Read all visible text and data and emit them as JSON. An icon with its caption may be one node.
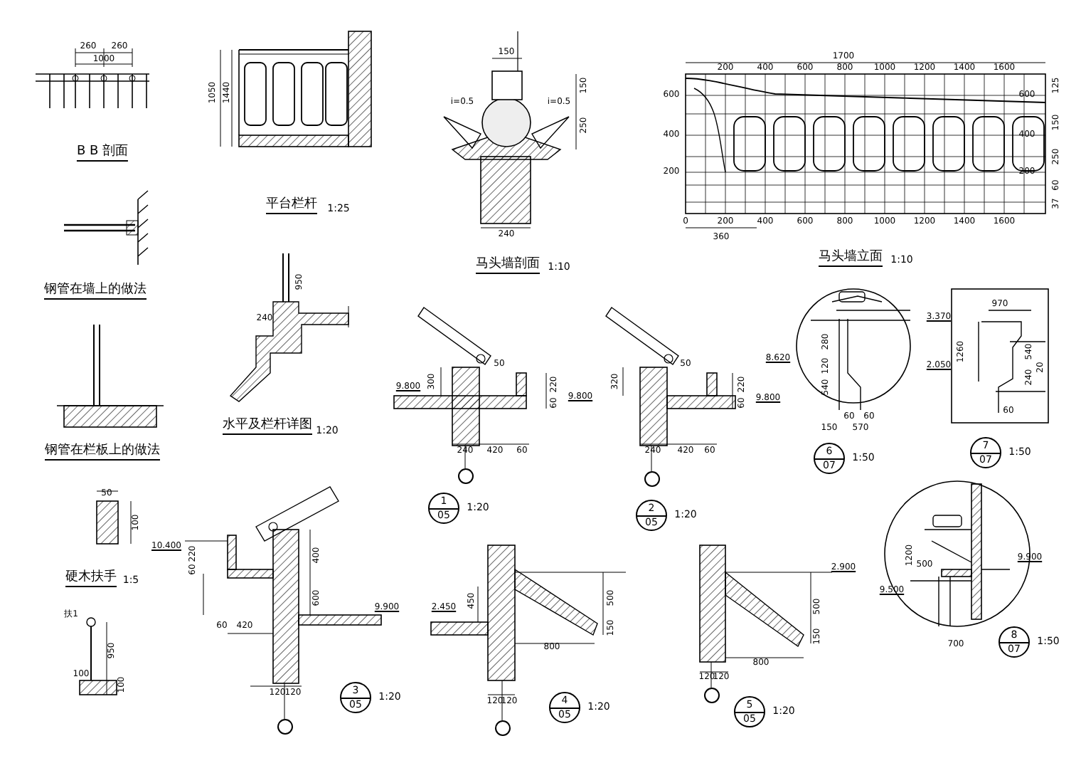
{
  "diagram": {
    "nodes": [
      {
        "text": [
          "6",
          "07"
        ],
        "beside": [
          "1:50"
        ]
      },
      {
        "text": [
          "7",
          "07"
        ],
        "beside": [
          "1:50"
        ]
      },
      {
        "text": [
          "1",
          "05"
        ],
        "beside": [
          "1:20"
        ]
      },
      {
        "text": [
          "2",
          "05"
        ],
        "beside": [
          "1:20"
        ]
      },
      {
        "text": [
          "8",
          "07"
        ],
        "beside": [
          "1:50"
        ]
      },
      {
        "text": [
          "3",
          "05"
        ],
        "beside": [
          "1:20"
        ]
      },
      {
        "text": [
          "4",
          "05"
        ],
        "beside": [
          "1:20"
        ]
      },
      {
        "text": [
          "5",
          "05"
        ],
        "beside": [
          "1:20"
        ]
      },
      {
        "text": [],
        "shape": "circle"
      },
      {
        "text": [],
        "shape": "circle"
      },
      {
        "text": [],
        "shape": "circle"
      },
      {
        "text": [],
        "shape": "circle"
      },
      {
        "text": [],
        "shape": "circle"
      }
    ],
    "labels": [
      "260",
      "260",
      "1000",
      "B B 剖面",
      "1050",
      "1440",
      "平台栏杆",
      "1:25",
      "150",
      "i=0.5",
      "i=0.5",
      "150",
      "250",
      "240",
      "马头墙剖面",
      "1:10",
      "1700",
      "200",
      "400",
      "600",
      "800",
      "1000",
      "1200",
      "1400",
      "1600",
      "600",
      "400",
      "200",
      "600",
      "400",
      "200",
      "125",
      "150",
      "250",
      "60",
      "37",
      "0",
      "200",
      "400",
      "600",
      "800",
      "1000",
      "1200",
      "1400",
      "1600",
      "360",
      "马头墙立面",
      "1:10",
      "钢管在墙上的做法",
      "钢管在栏板上的做法",
      "50",
      "100",
      "硬木扶手",
      "1:5",
      "扶1",
      "950",
      "100",
      "100",
      "950",
      "240",
      "水平及栏杆详图",
      "1:20",
      "10.400",
      "220",
      "60",
      "400",
      "600",
      "60",
      "420",
      "9.900",
      "120",
      "120",
      "9.800",
      "300",
      "50",
      "220",
      "60",
      "9.800",
      "240",
      "420",
      "60",
      "320",
      "50",
      "240",
      "420",
      "60",
      "220",
      "60",
      "9.800",
      "2.450",
      "450",
      "500",
      "150",
      "800",
      "120",
      "120",
      "2.900",
      "500",
      "150",
      "800",
      "120",
      "120",
      "8.620",
      "280",
      "120",
      "540",
      "150",
      "570",
      "60",
      "60",
      "970",
      "3.370",
      "2.050",
      "1260",
      "540",
      "20",
      "240",
      "60",
      "1200",
      "9.500",
      "9.900",
      "500",
      "700"
    ]
  }
}
